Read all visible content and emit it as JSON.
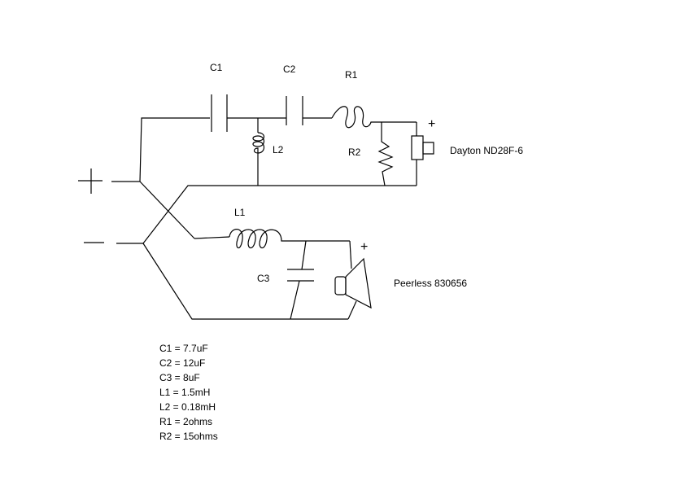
{
  "labels": {
    "c1": "C1",
    "c2": "C2",
    "c3": "C3",
    "r1": "R1",
    "r2": "R2",
    "l1": "L1",
    "l2": "L2",
    "tweeter": "Dayton ND28F-6",
    "woofer": "Peerless 830656",
    "tweeter_plus": "+",
    "woofer_plus": "+"
  },
  "component_values": [
    "C1 = 7.7uF",
    "C2 = 12uF",
    "C3 = 8uF",
    "L1 = 1.5mH",
    "L2 = 0.18mH",
    "R1 = 2ohms",
    "R2 = 15ohms"
  ],
  "colors": {
    "ink": "#000000",
    "background": "#ffffff"
  }
}
